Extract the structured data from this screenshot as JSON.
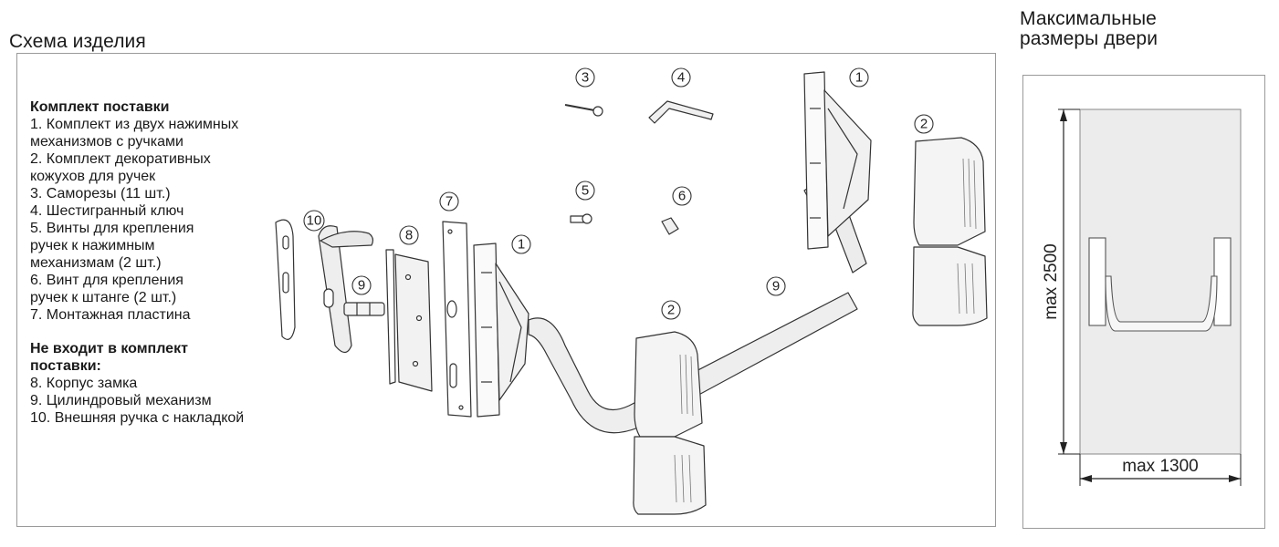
{
  "schema": {
    "title": "Схема изделия",
    "kit_heading": "Комплект поставки",
    "kit_items": [
      "1. Комплект из двух нажимных",
      "механизмов с ручками",
      "2. Комплект декоративных",
      "кожухов для ручек",
      "3. Саморезы (11 шт.)",
      "4. Шестигранный ключ",
      "5. Винты для крепления",
      "ручек к нажимным",
      "механизмам (2 шт.)",
      "6. Винт для крепления",
      "ручек к штанге (2 шт.)",
      "7. Монтажная пластина"
    ],
    "not_included_heading_1": "Не входит в комплект",
    "not_included_heading_2": "поставки:",
    "not_included_items": [
      "8. Корпус замка",
      "9. Цилиндровый механизм",
      "10. Внешняя ручка с накладкой"
    ],
    "callouts": {
      "c1a": "1",
      "c1b": "1",
      "c2a": "2",
      "c2b": "2",
      "c3": "3",
      "c4": "4",
      "c5": "5",
      "c6": "6",
      "c7": "7",
      "c8": "8",
      "c9a": "9",
      "c9b": "9",
      "c10": "10"
    }
  },
  "door": {
    "title_line1": "Максимальные",
    "title_line2": "размеры двери",
    "max_height": "max 2500",
    "max_width": "max 1300"
  }
}
